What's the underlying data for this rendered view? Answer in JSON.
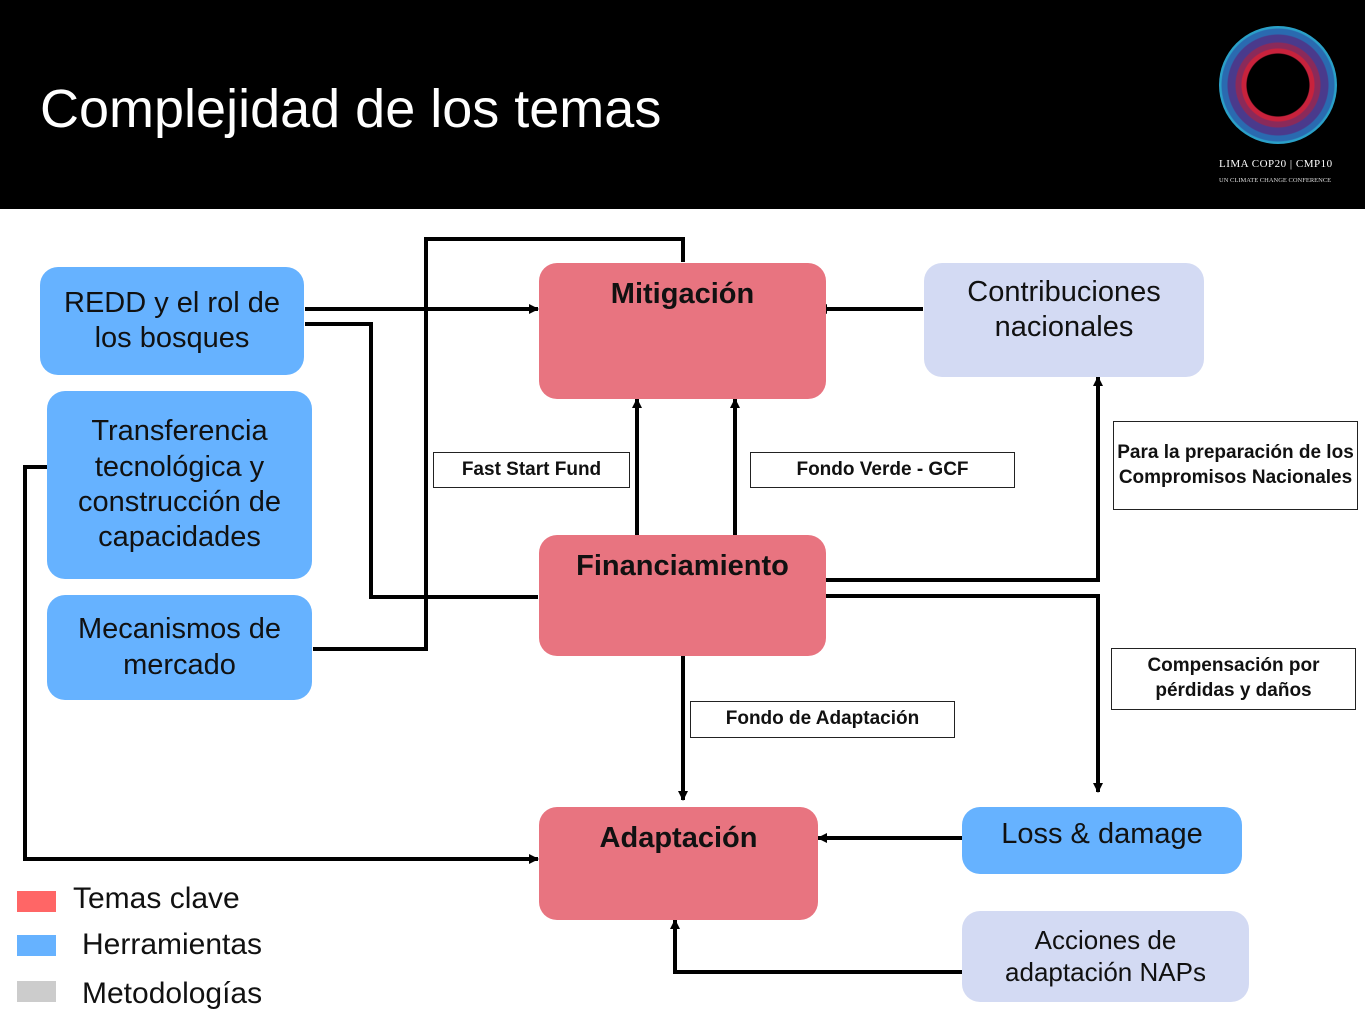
{
  "header": {
    "title": "Complejidad de los temas",
    "logo_name": "LIMA COP20 | CMP10",
    "logo_sub": "UN CLIMATE CHANGE CONFERENCE"
  },
  "nodes": {
    "redd": "REDD y el rol de los bosques",
    "transferencia": "Transferencia tecnológica y construcción de capacidades",
    "mecanismos": "Mecanismos de mercado",
    "mitigacion": "Mitigación",
    "financiamiento": "Financiamiento",
    "adaptacion": "Adaptación",
    "contribuciones": "Contribuciones nacionales",
    "loss": "Loss & damage",
    "acciones": "Acciones de adaptación NAPs"
  },
  "edge_labels": {
    "fast_start": "Fast Start Fund",
    "fondo_verde": "Fondo Verde - GCF",
    "preparacion": "Para la preparación de los Compromisos Nacionales",
    "compensacion": "Compensación por pérdidas y daños",
    "fondo_adaptacion": "Fondo de Adaptación"
  },
  "legend": {
    "temas": "Temas clave",
    "herramientas": "Herramientas",
    "metodologias": "Metodologías"
  },
  "colors": {
    "temas_clave": "#e87480",
    "herramientas": "#66b2ff",
    "metodologias": "#d3daf3",
    "legend_temas": "#ff6666",
    "legend_metodologias": "#cccccc"
  }
}
